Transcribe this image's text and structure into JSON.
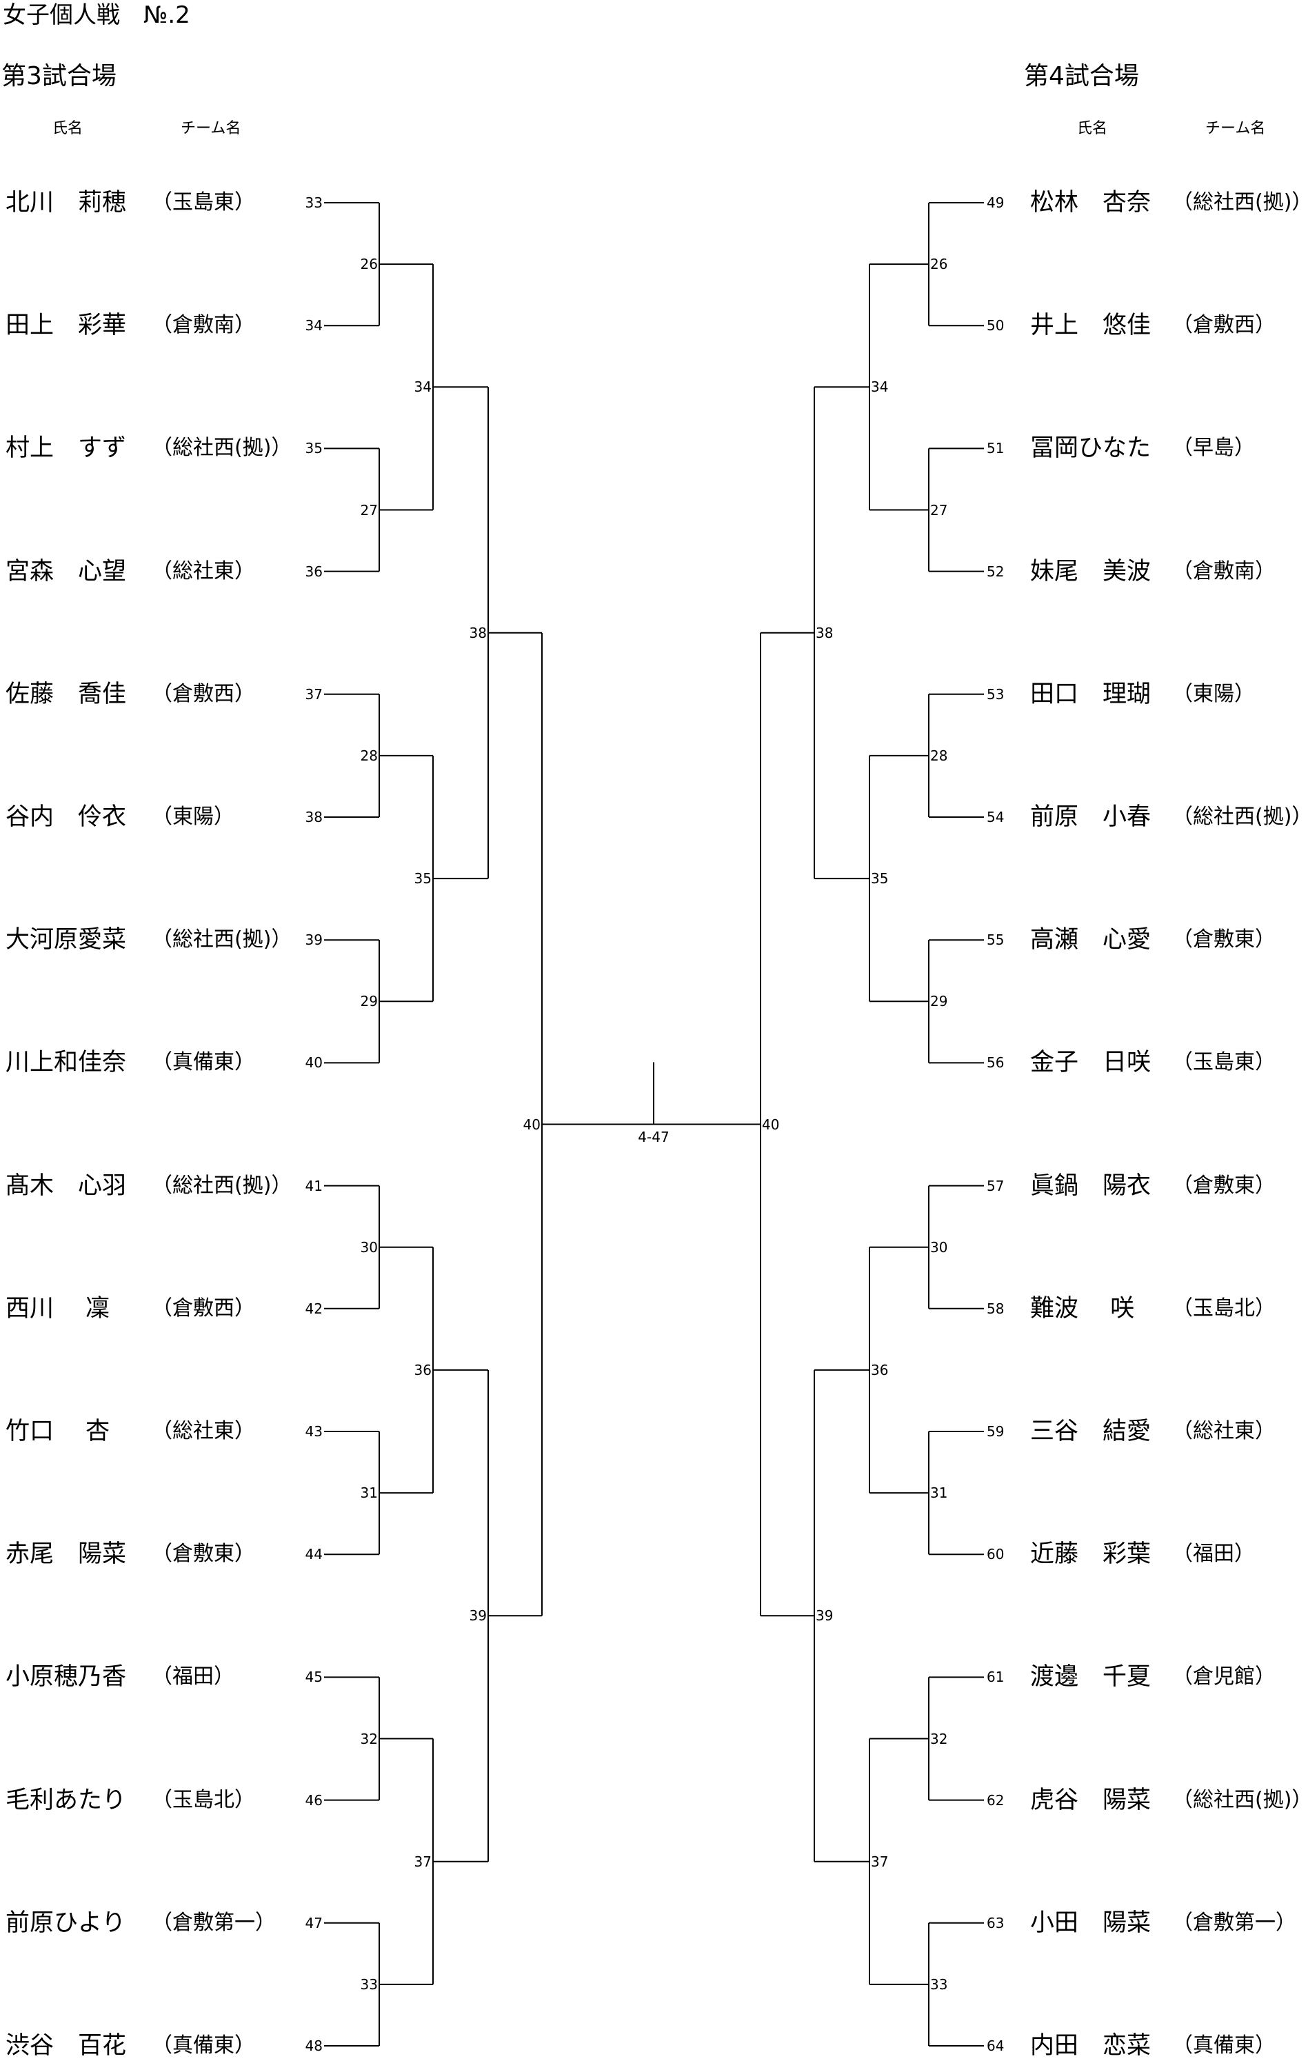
{
  "title": "女子個人戦　№.2",
  "venues": {
    "left": "第3試合場",
    "right": "第4試合場"
  },
  "headers": {
    "left": {
      "name": "氏名",
      "team": "チーム名"
    },
    "right": {
      "name": "氏名",
      "team": "チーム名"
    }
  },
  "left": {
    "players": [
      {
        "name": "北川　莉穂",
        "team": "（玉島東）",
        "no": "33"
      },
      {
        "name": "田上　彩華",
        "team": "（倉敷南）",
        "no": "34"
      },
      {
        "name": "村上　すず",
        "team": "（総社西(拠)）",
        "no": "35"
      },
      {
        "name": "宮森　心望",
        "team": "（総社東）",
        "no": "36"
      },
      {
        "name": "佐藤　喬佳",
        "team": "（倉敷西）",
        "no": "37"
      },
      {
        "name": "谷内　伶衣",
        "team": "（東陽）",
        "no": "38"
      },
      {
        "name": "大河原愛菜",
        "team": "（総社西(拠)）",
        "no": "39"
      },
      {
        "name": "川上和佳奈",
        "team": "（真備東）",
        "no": "40"
      },
      {
        "name": "髙木　心羽",
        "team": "（総社西(拠)）",
        "no": "41"
      },
      {
        "name": "西川　 凜",
        "team": "（倉敷西）",
        "no": "42"
      },
      {
        "name": "竹口　 杏",
        "team": "（総社東）",
        "no": "43"
      },
      {
        "name": "赤尾　陽菜",
        "team": "（倉敷東）",
        "no": "44"
      },
      {
        "name": "小原穂乃香",
        "team": "（福田）",
        "no": "45"
      },
      {
        "name": "毛利あたり",
        "team": "（玉島北）",
        "no": "46"
      },
      {
        "name": "前原ひより",
        "team": "（倉敷第一）",
        "no": "47"
      },
      {
        "name": "渋谷　百花",
        "team": "（真備東）",
        "no": "48"
      }
    ],
    "round2": [
      "26",
      "27",
      "28",
      "29",
      "30",
      "31",
      "32",
      "33"
    ],
    "round3": [
      "34",
      "35",
      "36",
      "37"
    ],
    "round4": [
      "38",
      "39"
    ],
    "round5": "40"
  },
  "right": {
    "players": [
      {
        "name": "松林　杏奈",
        "team": "（総社西(拠)）",
        "no": "49"
      },
      {
        "name": "井上　悠佳",
        "team": "（倉敷西）",
        "no": "50"
      },
      {
        "name": "冨岡ひなた",
        "team": "（早島）",
        "no": "51"
      },
      {
        "name": "妹尾　美波",
        "team": "（倉敷南）",
        "no": "52"
      },
      {
        "name": "田口　理瑚",
        "team": "（東陽）",
        "no": "53"
      },
      {
        "name": "前原　小春",
        "team": "（総社西(拠)）",
        "no": "54"
      },
      {
        "name": "高瀬　心愛",
        "team": "（倉敷東）",
        "no": "55"
      },
      {
        "name": "金子　日咲",
        "team": "（玉島東）",
        "no": "56"
      },
      {
        "name": "眞鍋　陽衣",
        "team": "（倉敷東）",
        "no": "57"
      },
      {
        "name": "難波　 咲",
        "team": "（玉島北）",
        "no": "58"
      },
      {
        "name": "三谷　結愛",
        "team": "（総社東）",
        "no": "59"
      },
      {
        "name": "近藤　彩葉",
        "team": "（福田）",
        "no": "60"
      },
      {
        "name": "渡邊　千夏",
        "team": "（倉児館）",
        "no": "61"
      },
      {
        "name": "虎谷　陽菜",
        "team": "（総社西(拠)）",
        "no": "62"
      },
      {
        "name": "小田　陽菜",
        "team": "（倉敷第一）",
        "no": "63"
      },
      {
        "name": "内田　恋菜",
        "team": "（真備東）",
        "no": "64"
      }
    ],
    "round2": [
      "26",
      "27",
      "28",
      "29",
      "30",
      "31",
      "32",
      "33"
    ],
    "round3": [
      "34",
      "35",
      "36",
      "37"
    ],
    "round4": [
      "38",
      "39"
    ],
    "round5": "40"
  },
  "final_match": "4-47"
}
